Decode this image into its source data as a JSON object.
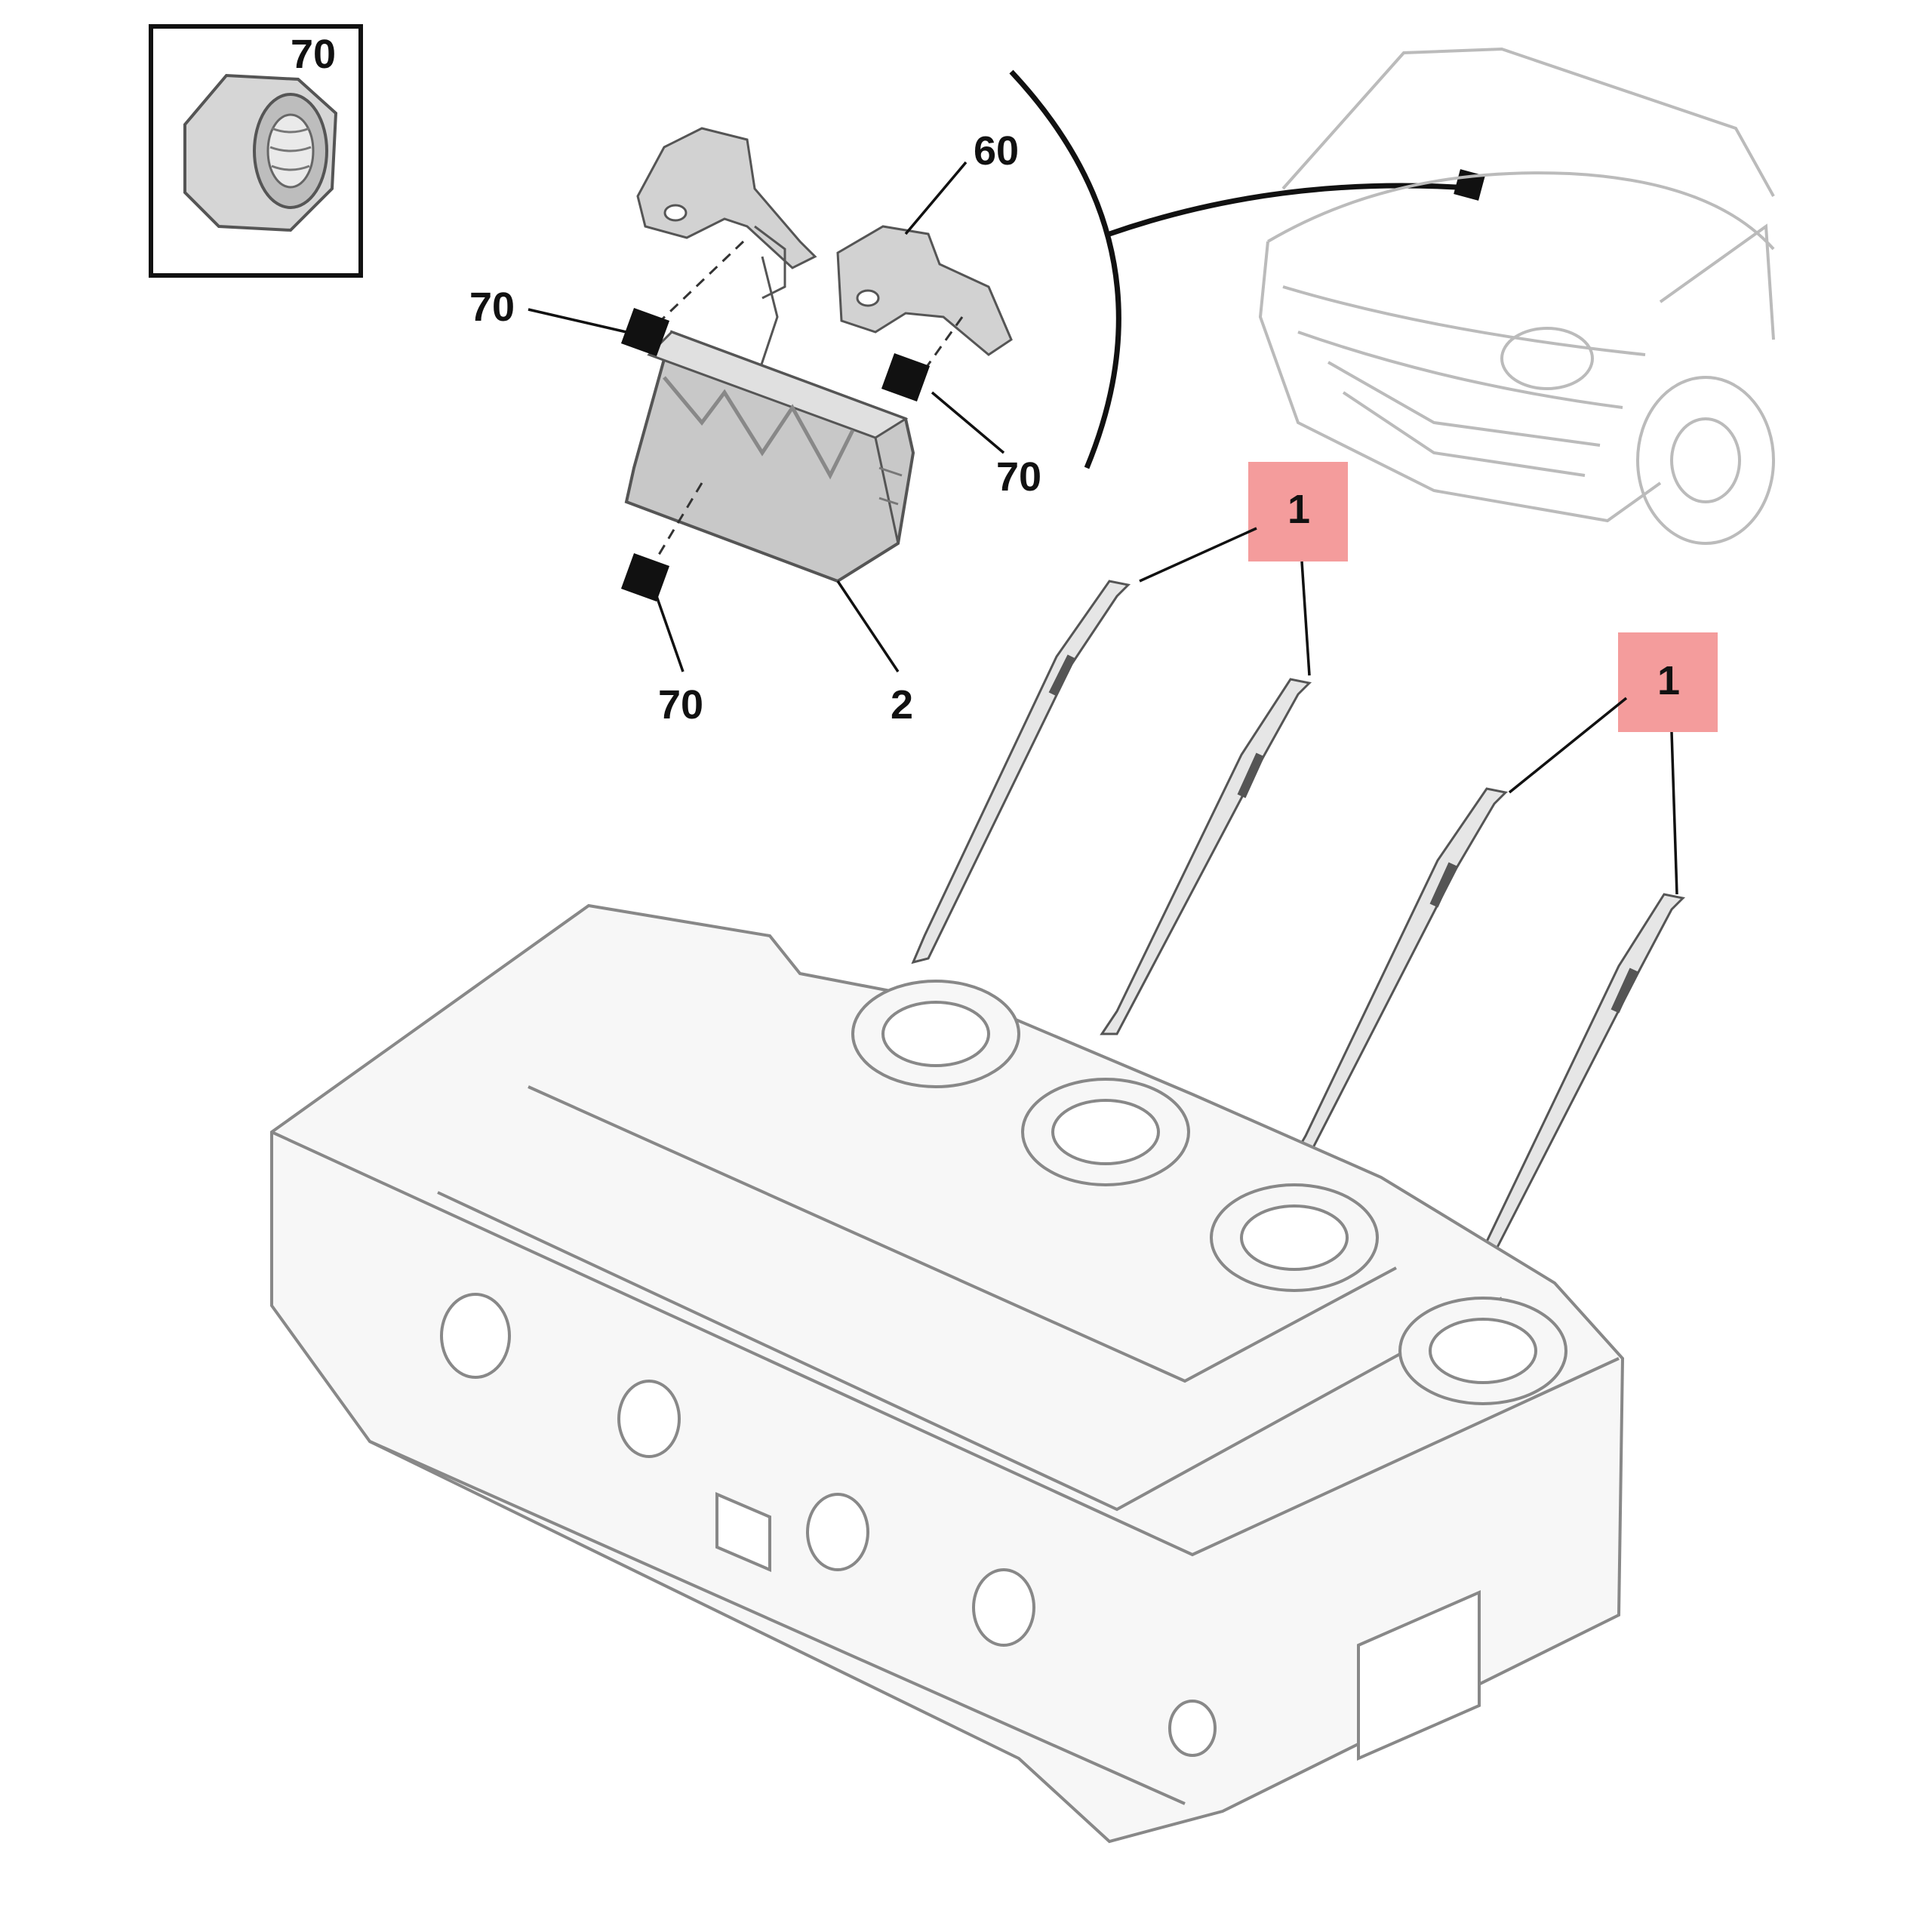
{
  "colors": {
    "background": "#ffffff",
    "line": "#555555",
    "highlight": "#f28b8b",
    "fill_gray": "#c8c8c8",
    "fill_light": "#f5f5f5"
  },
  "inset": {
    "label": "70",
    "icon": "nut-icon"
  },
  "callouts": {
    "bracket": "60",
    "nut_left_top": "70",
    "nut_right": "70",
    "nut_left_bottom": "70",
    "module": "2",
    "plug_pair_1": "1",
    "plug_pair_2": "1"
  },
  "icons": {
    "vehicle": "van-front-icon",
    "engine": "cylinder-head-icon",
    "glow_plug": "glow-plug-icon",
    "module": "preheat-control-unit-icon",
    "bracket": "bracket-icon",
    "nut": "nut-icon"
  }
}
